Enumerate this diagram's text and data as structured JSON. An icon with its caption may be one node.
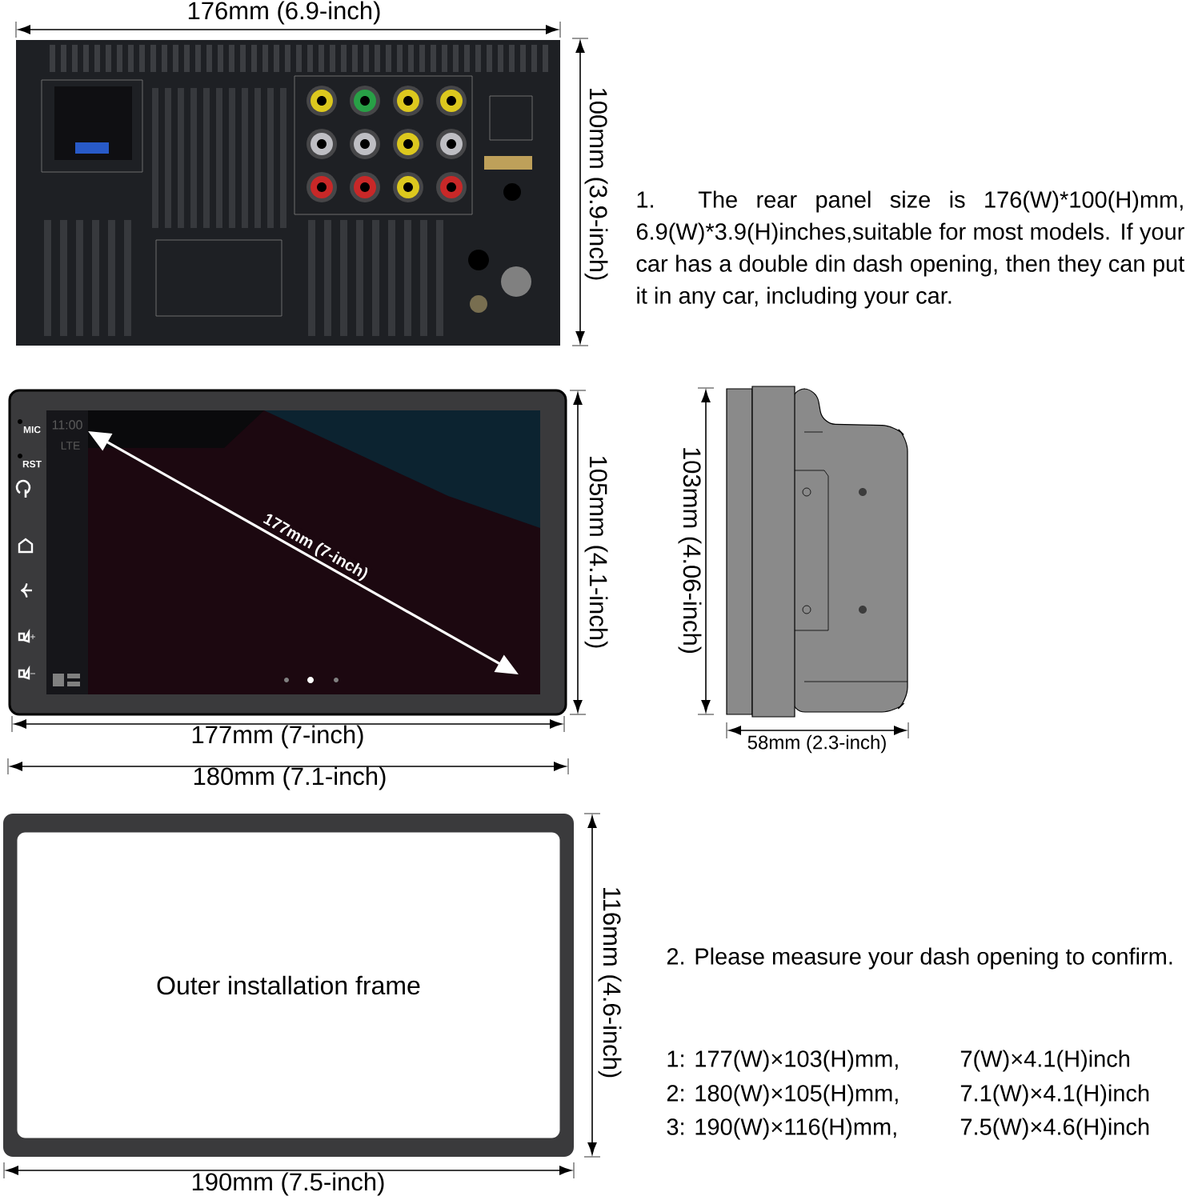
{
  "diagram": {
    "nodes": [
      {
        "text": [
          "Outer installation frame"
        ]
      }
    ],
    "edges": [],
    "labels": [
      "176mm (6.9-inch)",
      "100mm (3.9-inch)",
      "1. The rear panel size is 176(W)*100(H)mm, 6.9(W)*3.9(H)inches,suitable for most models. If your car has a double din dash opening, then they can put it in any car, including your car.",
      "MIC",
      "11:00",
      "LTE",
      "RST",
      "177mm (7-inch)",
      "105mm (4.1-inch)",
      "103mm (4.06-inch)",
      "177mm (7-inch)",
      "58mm (2.3-inch)",
      "180mm (7.1-inch)",
      "116mm (4.6-inch)",
      "2. Please measure your dash opening to confirm.",
      "1: 177(W)×103(H)mm,",
      "7(W)×4.1(H)inch",
      "2: 180(W)×105(H)mm,",
      "7.1(W)×4.1(H)inch",
      "3: 190(W)×116(H)mm,",
      "7.5(W)×4.6(H)inch",
      "190mm (7.5-inch)"
    ]
  }
}
